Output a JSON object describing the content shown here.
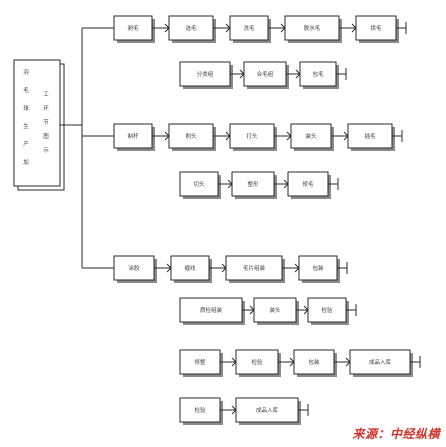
{
  "root": {
    "chars": [
      "羽",
      "毛",
      "球",
      "生",
      "产",
      "加",
      "工",
      "环",
      "节",
      "图",
      "示"
    ]
  },
  "rows": [
    [
      "剥毛",
      "选毛",
      "洗毛",
      "脱水毛",
      "烘毛"
    ],
    [
      "分类组",
      "合毛组",
      "包毛"
    ],
    [
      "制杆",
      "削头",
      "打头",
      "装头",
      "插毛"
    ],
    [
      "切头",
      "整形",
      "修毛"
    ],
    [
      "涂胶",
      "缠线",
      "毛片组装",
      "包装"
    ],
    [
      "质检组装",
      "装头",
      "检验"
    ],
    [
      "修整",
      "检验",
      "包装",
      "成品入库"
    ],
    [
      "检验",
      "成品入库"
    ]
  ],
  "source_label": "来源：中经纵横"
}
